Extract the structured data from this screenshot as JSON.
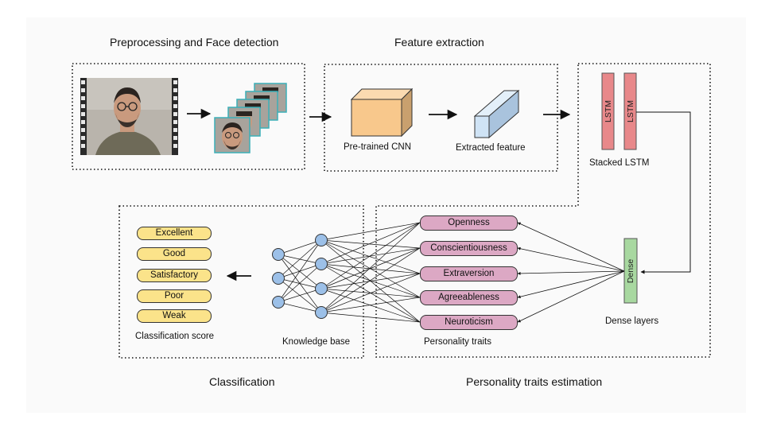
{
  "sections": {
    "preprocessing": "Preprocessing and Face detection",
    "feature_extraction": "Feature extraction",
    "classification": "Classification",
    "personality_estimation": "Personality traits estimation"
  },
  "labels": {
    "pretrained_cnn": "Pre-trained CNN",
    "extracted_feature": "Extracted feature",
    "stacked_lstm": "Stacked LSTM",
    "lstm1": "LSTM",
    "lstm2": "LSTM",
    "dense": "Dense",
    "dense_layers": "Dense layers",
    "personality_traits": "Personality traits",
    "knowledge_base": "Knowledge base",
    "classification_score": "Classification score"
  },
  "scores": [
    "Excellent",
    "Good",
    "Satisfactory",
    "Poor",
    "Weak"
  ],
  "traits": [
    "Openness",
    "Conscientiousness",
    "Extraversion",
    "Agreeableness",
    "Neuroticism"
  ],
  "colors": {
    "score_fill": "#fbe38a",
    "trait_fill": "#dca8c4",
    "lstm_fill": "#e8888a",
    "dense_fill": "#a8d8a0",
    "cnn_fill": "#f8c88c",
    "feature_fill": "#cfe3f5",
    "node_fill": "#9cc0e8"
  }
}
